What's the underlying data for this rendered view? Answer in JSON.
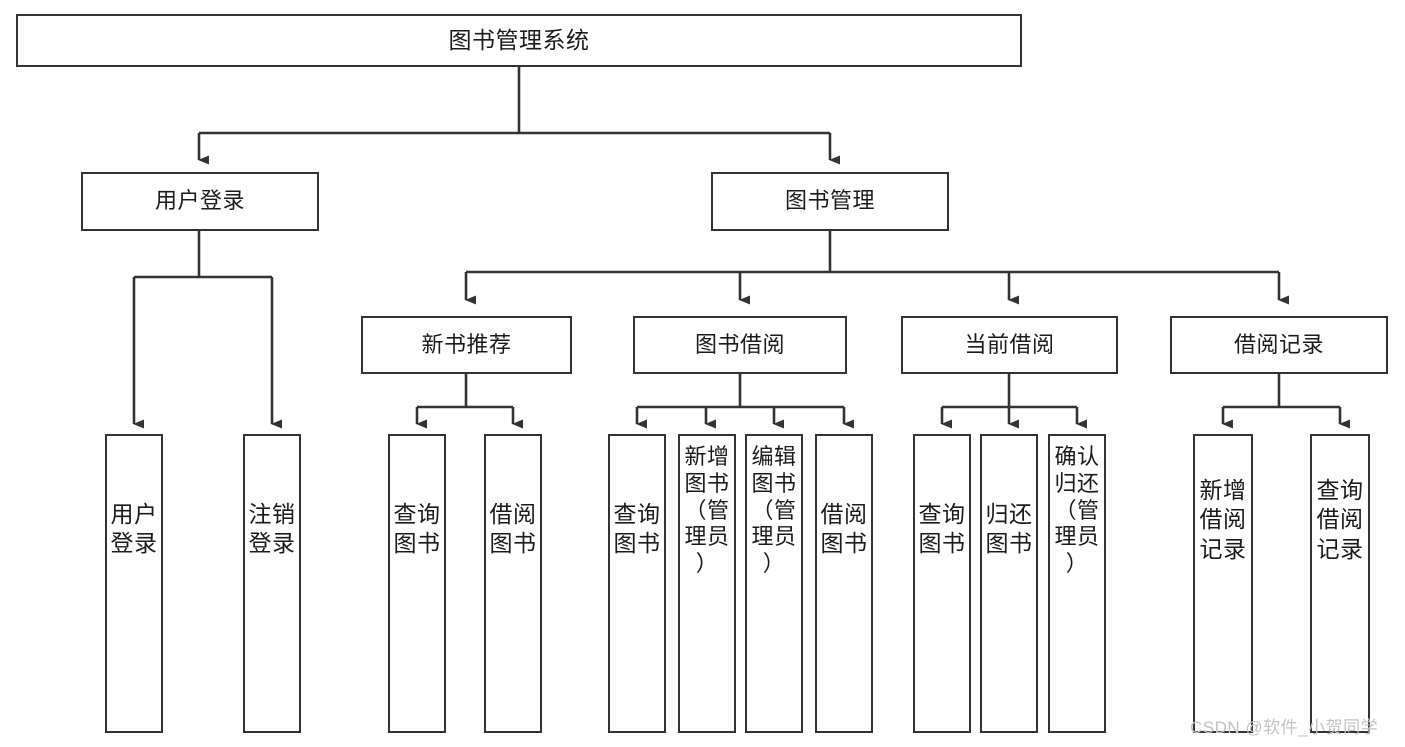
{
  "diagram": {
    "type": "tree",
    "title": "图书管理系统",
    "watermark": "CSDN @软件_小贺同学",
    "colors": {
      "border": "#333333",
      "background": "#ffffff",
      "text": "#1b1b1b",
      "watermark": "#c2c2c2"
    },
    "nodes": {
      "root": {
        "label": "图书管理系统"
      },
      "level2": [
        {
          "id": "user-login",
          "label": "用户登录"
        },
        {
          "id": "book-management",
          "label": "图书管理"
        }
      ],
      "level3": [
        {
          "id": "new-book-recommend",
          "label": "新书推荐"
        },
        {
          "id": "book-borrow",
          "label": "图书借阅"
        },
        {
          "id": "current-borrow",
          "label": "当前借阅"
        },
        {
          "id": "borrow-record",
          "label": "借阅记录"
        }
      ],
      "leaves": [
        {
          "id": "leaf-user-login",
          "parent": "user-login",
          "label": "用户\n登录"
        },
        {
          "id": "leaf-logout",
          "parent": "user-login",
          "label": "注销\n登录"
        },
        {
          "id": "leaf-query-book-1",
          "parent": "new-book-recommend",
          "label": "查询\n图书"
        },
        {
          "id": "leaf-borrow-book-1",
          "parent": "new-book-recommend",
          "label": "借阅\n图书"
        },
        {
          "id": "leaf-query-book-2",
          "parent": "book-borrow",
          "label": "查询\n图书"
        },
        {
          "id": "leaf-add-book-admin",
          "parent": "book-borrow",
          "label": "新增\n图书\n（管\n理员\n）"
        },
        {
          "id": "leaf-edit-book-admin",
          "parent": "book-borrow",
          "label": "编辑\n图书\n（管\n理员\n）"
        },
        {
          "id": "leaf-borrow-book-2",
          "parent": "book-borrow",
          "label": "借阅\n图书"
        },
        {
          "id": "leaf-query-book-3",
          "parent": "current-borrow",
          "label": "查询\n图书"
        },
        {
          "id": "leaf-return-book",
          "parent": "current-borrow",
          "label": "归还\n图书"
        },
        {
          "id": "leaf-confirm-return-admin",
          "parent": "current-borrow",
          "label": "确认\n归还\n（管\n理员\n）"
        },
        {
          "id": "leaf-add-borrow-record",
          "parent": "borrow-record",
          "label": "新增\n借阅\n记录"
        },
        {
          "id": "leaf-query-borrow-record",
          "parent": "borrow-record",
          "label": "查询\n借阅\n记录"
        }
      ]
    }
  }
}
